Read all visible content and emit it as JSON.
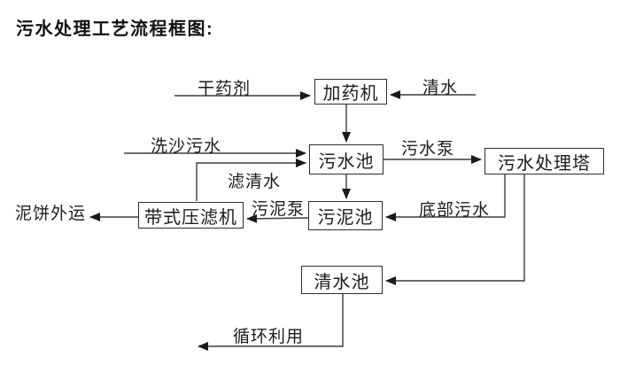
{
  "title": "污水处理工艺流程框图:",
  "nodes": {
    "dosing_machine": {
      "label": "加药机"
    },
    "sewage_pool": {
      "label": "污水池"
    },
    "treatment_tower": {
      "label": "污水处理塔"
    },
    "sludge_pool": {
      "label": "污泥池"
    },
    "belt_filter_press": {
      "label": "带式压滤机"
    },
    "clean_water_pool": {
      "label": "清水池"
    }
  },
  "flow_labels": {
    "dry_chemical": "干药剂",
    "clean_water_in": "清水",
    "sand_washing_sewage": "洗沙污水",
    "sewage_pump": "污水泵",
    "filtered_water": "滤清水",
    "sludge_pump": "污泥泵",
    "bottom_sewage": "底部污水",
    "mud_cake_out": "泥饼外运",
    "recycle_reuse": "循环利用"
  },
  "edges": [
    {
      "from": "dry_chemical_input",
      "to": "dosing_machine",
      "label": "干药剂"
    },
    {
      "from": "clean_water_input",
      "to": "dosing_machine",
      "label": "清水"
    },
    {
      "from": "dosing_machine",
      "to": "sewage_pool",
      "label": ""
    },
    {
      "from": "sand_washing_input",
      "to": "sewage_pool",
      "label": "洗沙污水"
    },
    {
      "from": "belt_filter_press",
      "to": "sewage_pool",
      "label": "滤清水"
    },
    {
      "from": "sewage_pool",
      "to": "treatment_tower",
      "label": "污水泵"
    },
    {
      "from": "sewage_pool",
      "to": "sludge_pool",
      "label": ""
    },
    {
      "from": "treatment_tower",
      "to": "sludge_pool",
      "label": "底部污水"
    },
    {
      "from": "sludge_pool",
      "to": "belt_filter_press",
      "label": "污泥泵"
    },
    {
      "from": "belt_filter_press",
      "to": "offsite_output",
      "label": "泥饼外运"
    },
    {
      "from": "treatment_tower",
      "to": "clean_water_pool",
      "label": ""
    },
    {
      "from": "clean_water_pool",
      "to": "reuse_output",
      "label": "循环利用"
    }
  ],
  "colors": {
    "background": "#ffffff",
    "line": "#3d3d3d",
    "box_border": "#2e2e2e",
    "text": "#1c1c1c"
  }
}
